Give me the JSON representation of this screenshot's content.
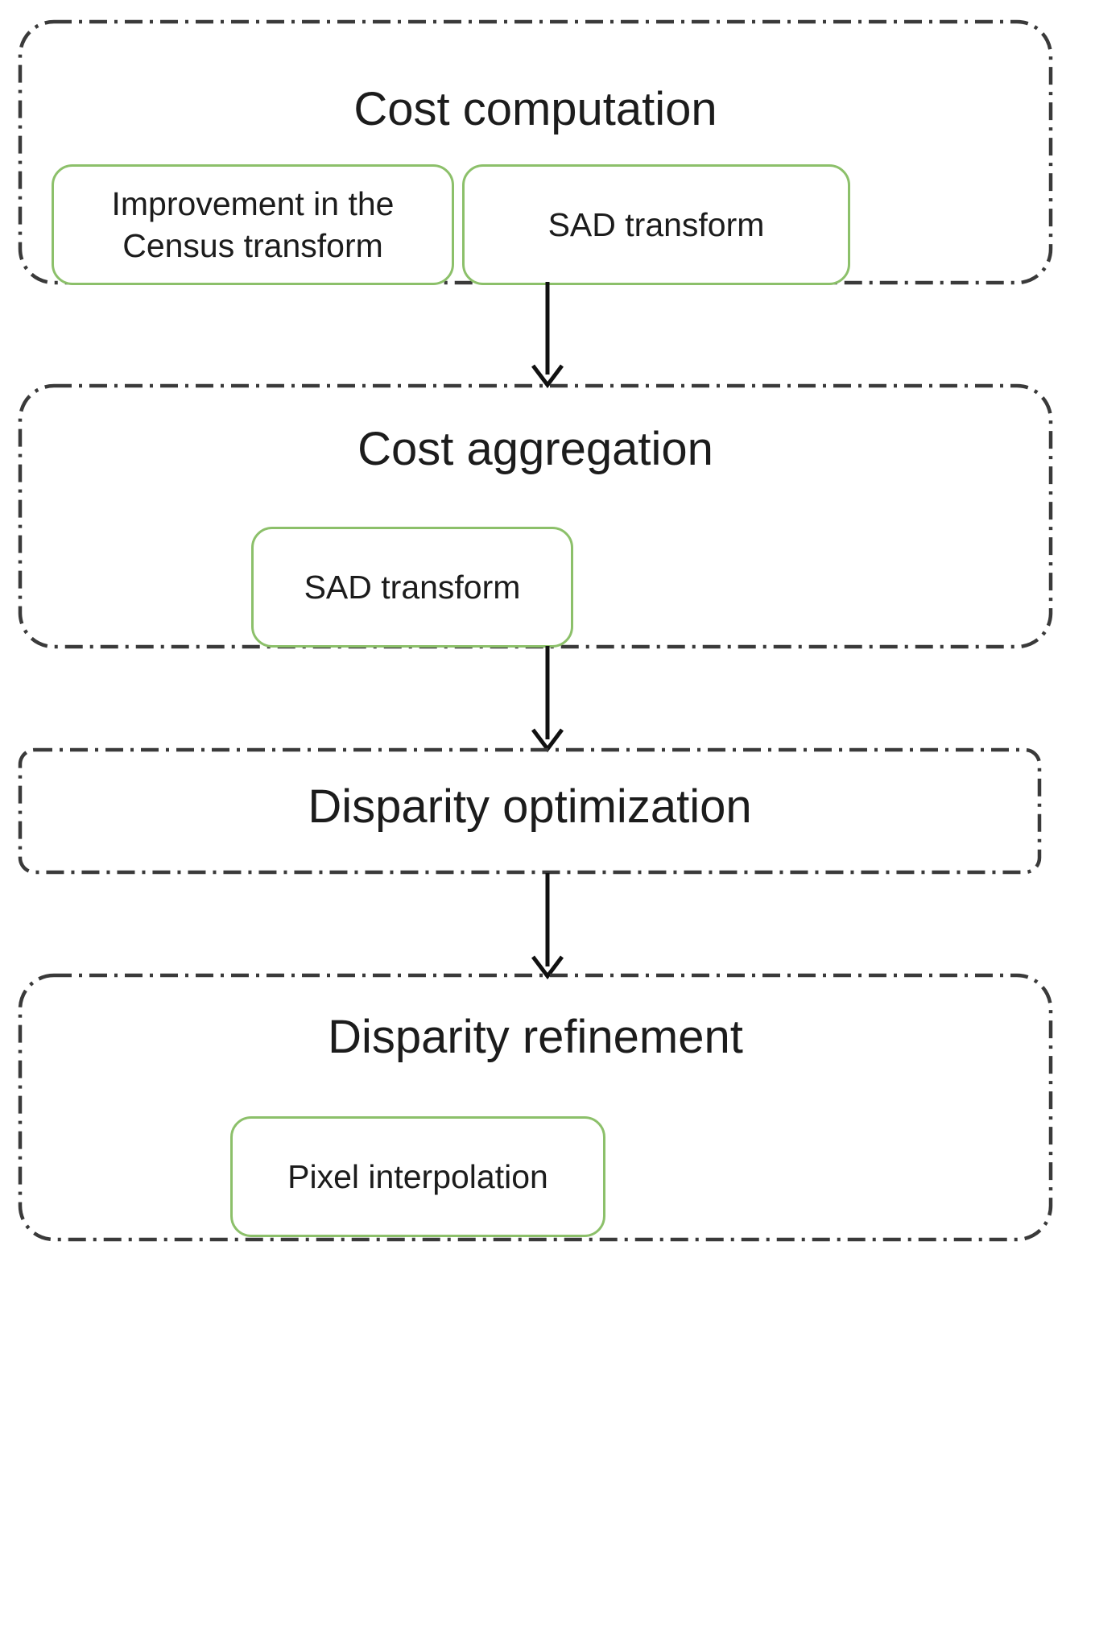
{
  "diagram": {
    "kind": "flowchart",
    "orientation": "vertical",
    "colors": {
      "container_border": "#3a3a3a",
      "inner_box_border": "#8cc06a",
      "text": "#1c1c1c",
      "arrow": "#111111",
      "background": "#ffffff"
    },
    "stages": [
      {
        "id": "cost-computation",
        "title": "Cost computation",
        "boxes": [
          {
            "id": "improvement-census-transform",
            "label": "Improvement in the Census transform"
          },
          {
            "id": "sad-transform-cost-computation",
            "label": "SAD transform"
          }
        ]
      },
      {
        "id": "cost-aggregation",
        "title": "Cost aggregation",
        "boxes": [
          {
            "id": "sad-transform-cost-aggregation",
            "label": "SAD transform"
          }
        ]
      },
      {
        "id": "disparity-optimization",
        "title": "Disparity optimization",
        "boxes": []
      },
      {
        "id": "disparity-refinement",
        "title": "Disparity refinement",
        "boxes": [
          {
            "id": "pixel-interpolation",
            "label": "Pixel interpolation"
          }
        ]
      }
    ],
    "connectors": [
      {
        "id": "arrow-cost-computation-to-cost-aggregation",
        "from": "cost-computation",
        "to": "cost-aggregation"
      },
      {
        "id": "arrow-cost-aggregation-to-disparity-optimization",
        "from": "cost-aggregation",
        "to": "disparity-optimization"
      },
      {
        "id": "arrow-disparity-optimization-to-disparity-refinement",
        "from": "disparity-optimization",
        "to": "disparity-refinement"
      }
    ]
  }
}
